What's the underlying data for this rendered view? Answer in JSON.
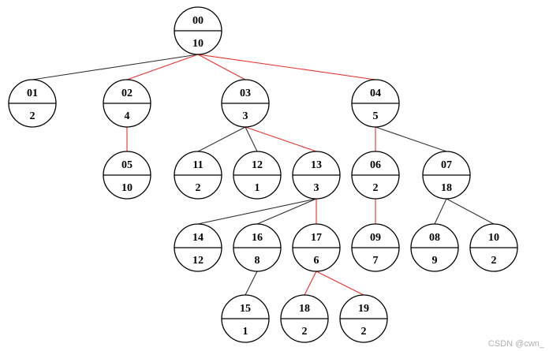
{
  "colors": {
    "edge_normal": "#333333",
    "edge_highlight": "#e8302a",
    "node_stroke": "#000000",
    "node_fill": "#ffffff",
    "background": "#ffffff"
  },
  "tree": {
    "nodes": [
      {
        "id": "00",
        "value": "10"
      },
      {
        "id": "01",
        "value": "2"
      },
      {
        "id": "02",
        "value": "4"
      },
      {
        "id": "03",
        "value": "3"
      },
      {
        "id": "04",
        "value": "5"
      },
      {
        "id": "05",
        "value": "10"
      },
      {
        "id": "11",
        "value": "2"
      },
      {
        "id": "12",
        "value": "1"
      },
      {
        "id": "13",
        "value": "3"
      },
      {
        "id": "06",
        "value": "2"
      },
      {
        "id": "07",
        "value": "18"
      },
      {
        "id": "14",
        "value": "12"
      },
      {
        "id": "16",
        "value": "8"
      },
      {
        "id": "17",
        "value": "6"
      },
      {
        "id": "09",
        "value": "7"
      },
      {
        "id": "08",
        "value": "9"
      },
      {
        "id": "10",
        "value": "2"
      },
      {
        "id": "15",
        "value": "1"
      },
      {
        "id": "18",
        "value": "2"
      },
      {
        "id": "19",
        "value": "2"
      }
    ],
    "edges": [
      {
        "from": "00",
        "to": "01",
        "highlighted": false
      },
      {
        "from": "00",
        "to": "02",
        "highlighted": true
      },
      {
        "from": "00",
        "to": "03",
        "highlighted": true
      },
      {
        "from": "00",
        "to": "04",
        "highlighted": true
      },
      {
        "from": "02",
        "to": "05",
        "highlighted": true
      },
      {
        "from": "03",
        "to": "11",
        "highlighted": false
      },
      {
        "from": "03",
        "to": "12",
        "highlighted": false
      },
      {
        "from": "03",
        "to": "13",
        "highlighted": true
      },
      {
        "from": "04",
        "to": "06",
        "highlighted": true
      },
      {
        "from": "04",
        "to": "07",
        "highlighted": false
      },
      {
        "from": "13",
        "to": "14",
        "highlighted": false
      },
      {
        "from": "13",
        "to": "16",
        "highlighted": false
      },
      {
        "from": "13",
        "to": "17",
        "highlighted": true
      },
      {
        "from": "06",
        "to": "09",
        "highlighted": true
      },
      {
        "from": "07",
        "to": "08",
        "highlighted": false
      },
      {
        "from": "07",
        "to": "10",
        "highlighted": false
      },
      {
        "from": "16",
        "to": "15",
        "highlighted": false
      },
      {
        "from": "17",
        "to": "18",
        "highlighted": true
      },
      {
        "from": "17",
        "to": "19",
        "highlighted": true
      }
    ]
  },
  "watermark": "CSDN @cwn_"
}
